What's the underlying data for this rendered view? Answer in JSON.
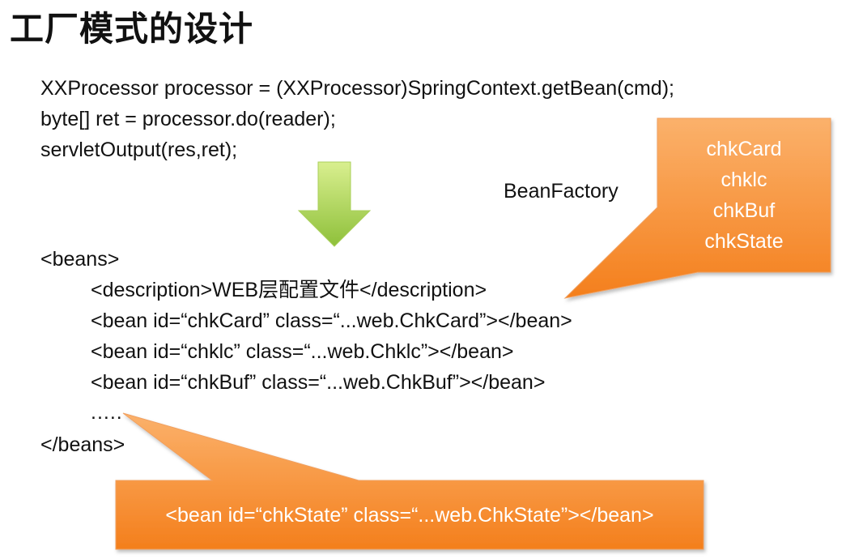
{
  "title": "工厂模式的设计",
  "code_top": [
    "XXProcessor processor = (XXProcessor)SpringContext.getBean(cmd);",
    "byte[] ret = processor.do(reader);",
    "servletOutput(res,ret);"
  ],
  "bean_factory_label": "BeanFactory",
  "xml": {
    "open": "<beans>",
    "description": "<description>WEB层配置文件</description>",
    "bean_chkcard": "<bean id=“chkCard” class=“...web.ChkCard”></bean>",
    "bean_chklc": "<bean id=“chklc” class=“...web.Chklc”></bean>",
    "bean_chkbuf": "<bean id=“chkBuf” class=“...web.ChkBuf”></bean>",
    "ellipsis": ".....",
    "close": "</beans>"
  },
  "callout_beans": [
    "chkCard",
    "chklc",
    "chkBuf",
    "chkState"
  ],
  "callout_new_bean": "<bean id=“chkState” class=“...web.ChkState”></bean>",
  "colors": {
    "callout_orange_top": "#f9a65a",
    "callout_orange_bottom": "#f4801f",
    "arrow_green_top": "#cde87a",
    "arrow_green_bottom": "#8fc23d"
  }
}
